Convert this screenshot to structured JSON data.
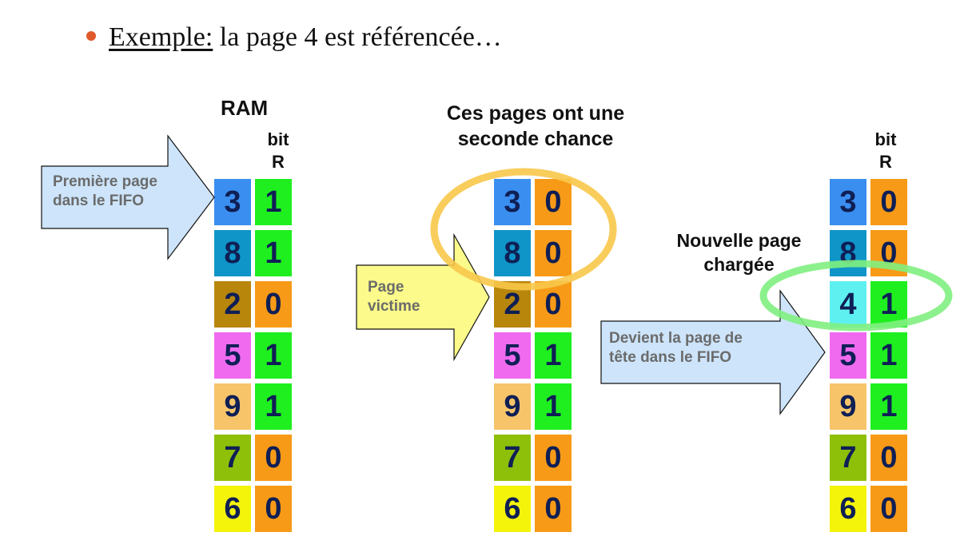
{
  "heading": {
    "link": "Exemple:",
    "text": " la page 4 est référencée…"
  },
  "colors": {
    "page_3": "#3a8ef0",
    "page_8": "#0f95c8",
    "page_2": "#b8860b",
    "page_5": "#f06af0",
    "page_9": "#f7c46a",
    "page_7": "#8ec00a",
    "page_6": "#f4f40a",
    "page_4": "#5ef0f0",
    "bit_1": "#1fef1f",
    "bit_0": "#f79a17",
    "arrow_blue": "#cde4fa",
    "arrow_yellow": "#fbfa8a",
    "circle_orange": "#f8c84a",
    "circle_green": "#7ff07f"
  },
  "labels": {
    "ram": "RAM",
    "bit_r_left": [
      "bit",
      "R"
    ],
    "bit_r_right": [
      "bit",
      "R"
    ],
    "second_chance": [
      "Ces pages ont une",
      "seconde chance"
    ],
    "new_page": [
      "Nouvelle page",
      "chargée"
    ]
  },
  "arrows": {
    "first_page": [
      "Première page",
      "dans le FIFO"
    ],
    "victim": [
      "Page",
      "victime"
    ],
    "head": [
      "Devient la page de",
      "tête dans le FIFO"
    ]
  },
  "columns": [
    {
      "name": "before",
      "rows": [
        {
          "page": "3",
          "bit": "1",
          "page_color": "#3a8ef0",
          "bit_color": "#1fef1f"
        },
        {
          "page": "8",
          "bit": "1",
          "page_color": "#0f95c8",
          "bit_color": "#1fef1f"
        },
        {
          "page": "2",
          "bit": "0",
          "page_color": "#b8860b",
          "bit_color": "#f79a17"
        },
        {
          "page": "5",
          "bit": "1",
          "page_color": "#f06af0",
          "bit_color": "#1fef1f"
        },
        {
          "page": "9",
          "bit": "1",
          "page_color": "#f7c46a",
          "bit_color": "#1fef1f"
        },
        {
          "page": "7",
          "bit": "0",
          "page_color": "#8ec00a",
          "bit_color": "#f79a17"
        },
        {
          "page": "6",
          "bit": "0",
          "page_color": "#f4f40a",
          "bit_color": "#f79a17"
        }
      ]
    },
    {
      "name": "cleared",
      "rows": [
        {
          "page": "3",
          "bit": "0",
          "page_color": "#3a8ef0",
          "bit_color": "#f79a17"
        },
        {
          "page": "8",
          "bit": "0",
          "page_color": "#0f95c8",
          "bit_color": "#f79a17"
        },
        {
          "page": "2",
          "bit": "0",
          "page_color": "#b8860b",
          "bit_color": "#f79a17"
        },
        {
          "page": "5",
          "bit": "1",
          "page_color": "#f06af0",
          "bit_color": "#1fef1f"
        },
        {
          "page": "9",
          "bit": "1",
          "page_color": "#f7c46a",
          "bit_color": "#1fef1f"
        },
        {
          "page": "7",
          "bit": "0",
          "page_color": "#8ec00a",
          "bit_color": "#f79a17"
        },
        {
          "page": "6",
          "bit": "0",
          "page_color": "#f4f40a",
          "bit_color": "#f79a17"
        }
      ]
    },
    {
      "name": "after",
      "rows": [
        {
          "page": "3",
          "bit": "0",
          "page_color": "#3a8ef0",
          "bit_color": "#f79a17"
        },
        {
          "page": "8",
          "bit": "0",
          "page_color": "#0f95c8",
          "bit_color": "#f79a17"
        },
        {
          "page": "4",
          "bit": "1",
          "page_color": "#5ef0f0",
          "bit_color": "#1fef1f"
        },
        {
          "page": "5",
          "bit": "1",
          "page_color": "#f06af0",
          "bit_color": "#1fef1f"
        },
        {
          "page": "9",
          "bit": "1",
          "page_color": "#f7c46a",
          "bit_color": "#1fef1f"
        },
        {
          "page": "7",
          "bit": "0",
          "page_color": "#8ec00a",
          "bit_color": "#f79a17"
        },
        {
          "page": "6",
          "bit": "0",
          "page_color": "#f4f40a",
          "bit_color": "#f79a17"
        }
      ]
    }
  ]
}
